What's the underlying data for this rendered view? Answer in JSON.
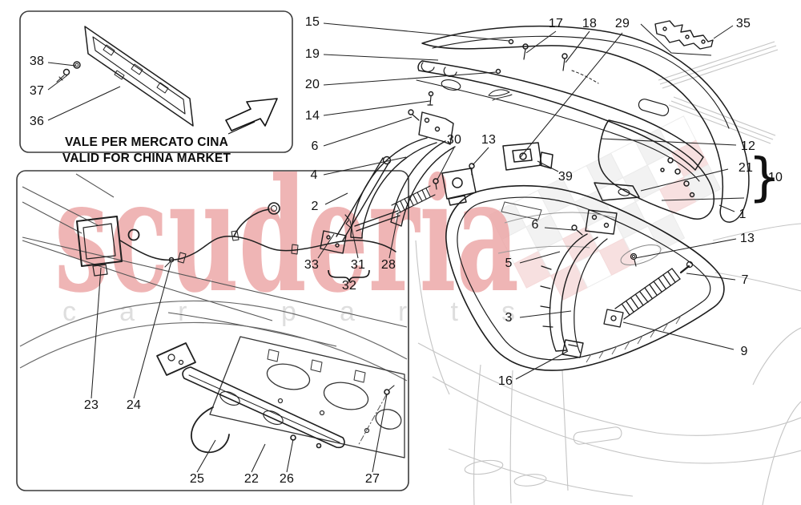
{
  "watermark": {
    "brand": "scuderia",
    "sub": "car parts",
    "brand_color": "#eca3a3",
    "sub_color": "#dedede",
    "checker_gray": "#e8e8e8",
    "checker_pink": "#f2c7c7"
  },
  "china_box": {
    "line1": "VALE PER MERCATO CINA",
    "line2": "VALID FOR CHINA MARKET"
  },
  "brace": "}",
  "callouts": {
    "c38": "38",
    "c37": "37",
    "c36": "36",
    "c15": "15",
    "c19": "19",
    "c20": "20",
    "c14": "14",
    "c6a": "6",
    "c4": "4",
    "c2": "2",
    "c33": "33",
    "c31": "31",
    "c28": "28",
    "c32": "32",
    "c30": "30",
    "c13a": "13",
    "c17": "17",
    "c18": "18",
    "c29": "29",
    "c35": "35",
    "c39": "39",
    "c12": "12",
    "c21": "21",
    "c10": "10",
    "c1": "1",
    "c13b": "13",
    "c7": "7",
    "c9": "9",
    "c6b": "6",
    "c5": "5",
    "c3": "3",
    "c16": "16",
    "c23": "23",
    "c24": "24",
    "c25": "25",
    "c22": "22",
    "c26": "26",
    "c27": "27"
  }
}
